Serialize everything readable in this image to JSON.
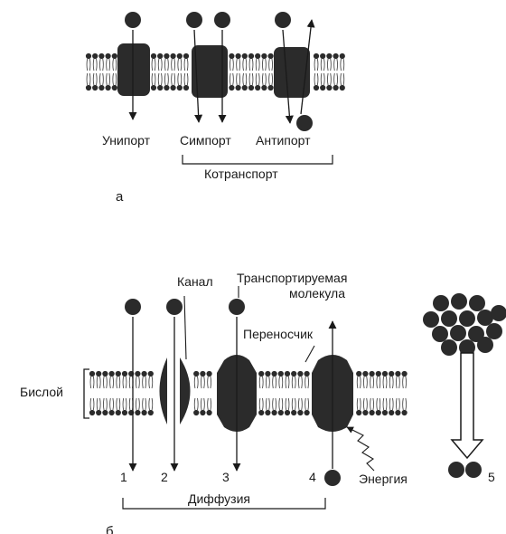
{
  "panel_a": {
    "label": "а",
    "uniport": "Унипорт",
    "symport": "Симпорт",
    "antiport": "Антипорт",
    "cotransport": "Котранспорт"
  },
  "panel_b": {
    "label": "б",
    "channel": "Канал",
    "transported_molecule_line1": "Транспортируемая",
    "transported_molecule_line2": "молекула",
    "carrier": "Переносчик",
    "bilayer": "Бислой",
    "energy": "Энергия",
    "diffusion": "Диффузия",
    "numbers": [
      "1",
      "2",
      "3",
      "4",
      "5"
    ]
  },
  "colors": {
    "ink": "#1a1a1a",
    "protein": "#2b2b2b",
    "background": "#ffffff"
  }
}
